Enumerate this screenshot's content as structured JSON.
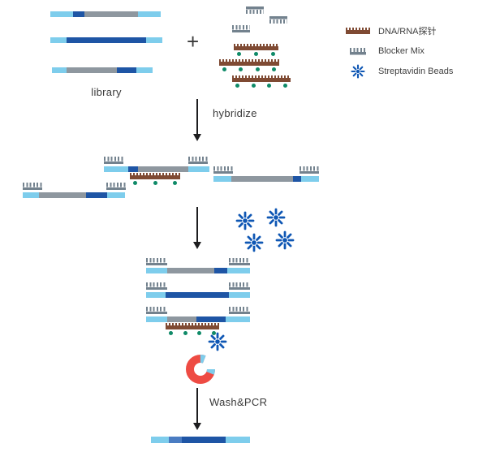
{
  "labels": {
    "library": "library",
    "plus": "+",
    "hybridize": "hybridize",
    "wash_pcr": "Wash&PCR"
  },
  "legend": {
    "items": [
      {
        "icon": "probe-icon",
        "label": "DNA/RNA探针"
      },
      {
        "icon": "blocker-icon",
        "label": "Blocker Mix"
      },
      {
        "icon": "bead-icon",
        "label": "Streptavidin Beads"
      }
    ]
  },
  "colors": {
    "adapter_light": "#7ecdec",
    "target_navy": "#1e55a5",
    "insert_gray": "#8e979f",
    "mid_blue": "#4a7cc2",
    "probe_brown": "#7f4a33",
    "biotin_green": "#0f8a68",
    "blocker_slate": "#73828e",
    "bead_blue": "#0f57b4",
    "magnet_red": "#ee4b43",
    "magnet_tip_blue": "#7ecdec",
    "arrow_dark": "#1d1d1f",
    "text_dark": "#3a3a3a"
  },
  "strands": {
    "lib1": {
      "segments": [
        [
          "light",
          28
        ],
        [
          "navy",
          14
        ],
        [
          "gray",
          66
        ],
        [
          "light",
          28
        ]
      ]
    },
    "lib2": {
      "segments": [
        [
          "light",
          20
        ],
        [
          "navy",
          98
        ],
        [
          "light",
          20
        ]
      ]
    },
    "lib3": {
      "segments": [
        [
          "light",
          18
        ],
        [
          "gray",
          62
        ],
        [
          "navy",
          24
        ],
        [
          "light",
          20
        ]
      ]
    },
    "hyb1": {
      "segments": [
        [
          "light",
          30
        ],
        [
          "navy",
          12
        ],
        [
          "gray",
          62
        ],
        [
          "light",
          26
        ]
      ]
    },
    "hyb2": {
      "segments": [
        [
          "light",
          22
        ],
        [
          "gray",
          76
        ],
        [
          "navy",
          10
        ],
        [
          "light",
          22
        ]
      ]
    },
    "hyb3": {
      "segments": [
        [
          "light",
          20
        ],
        [
          "gray",
          58
        ],
        [
          "navy",
          26
        ],
        [
          "light",
          22
        ]
      ]
    },
    "cap1": {
      "segments": [
        [
          "light",
          26
        ],
        [
          "gray",
          58
        ],
        [
          "navy",
          16
        ],
        [
          "light",
          28
        ]
      ]
    },
    "cap2": {
      "segments": [
        [
          "light",
          24
        ],
        [
          "navy",
          78
        ],
        [
          "light",
          26
        ]
      ]
    },
    "cap3": {
      "segments": [
        [
          "light",
          26
        ],
        [
          "gray",
          36
        ],
        [
          "navy",
          36
        ],
        [
          "light",
          30
        ]
      ]
    },
    "final": {
      "segments": [
        [
          "light",
          22
        ],
        [
          "mid",
          16
        ],
        [
          "navy",
          54
        ],
        [
          "light",
          30
        ]
      ]
    }
  },
  "probes": {
    "mix1": {
      "width": 55,
      "dots": 3
    },
    "mix2": {
      "width": 74,
      "dots": 4
    },
    "mix3": {
      "width": 72,
      "dots": 4
    },
    "hyb": {
      "width": 62,
      "dots": 3
    },
    "capture": {
      "width": 66,
      "dots": 4
    },
    "legend": {
      "width": 30,
      "dots": 0
    }
  }
}
